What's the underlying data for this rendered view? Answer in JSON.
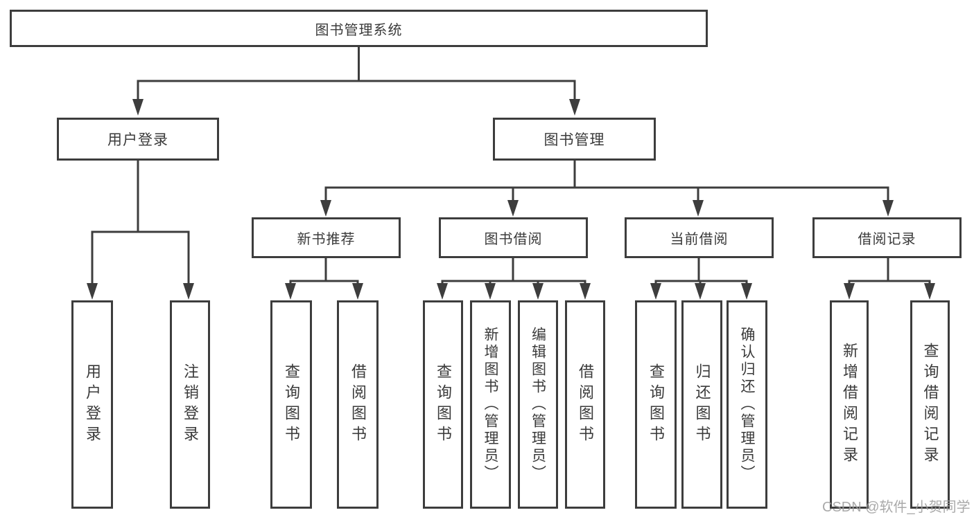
{
  "colors": {
    "line": "#3d3d3d",
    "text": "#3a3a3a",
    "watermark": "#9e9e9e",
    "background": "#ffffff"
  },
  "root": {
    "label": "图书管理系统"
  },
  "level2": {
    "user_login": {
      "label": "用户登录"
    },
    "book_mgmt": {
      "label": "图书管理"
    }
  },
  "level3": {
    "new_books": {
      "label": "新书推荐"
    },
    "book_borrow": {
      "label": "图书借阅"
    },
    "current_borrow": {
      "label": "当前借阅"
    },
    "borrow_records": {
      "label": "借阅记录"
    }
  },
  "leaves": {
    "user_login": {
      "label": "用户登录"
    },
    "logout": {
      "label": "注销登录"
    },
    "nb_query": {
      "label": "查询图书"
    },
    "nb_borrow": {
      "label": "借阅图书"
    },
    "bb_query": {
      "label": "查询图书"
    },
    "bb_add": {
      "label": "新增图书（管理员）"
    },
    "bb_edit": {
      "label": "编辑图书（管理员）"
    },
    "bb_borrow": {
      "label": "借阅图书"
    },
    "cb_query": {
      "label": "查询图书"
    },
    "cb_return": {
      "label": "归还图书"
    },
    "cb_confirm": {
      "label": "确认归还（管理员）"
    },
    "br_add": {
      "label": "新增借阅记录"
    },
    "br_query": {
      "label": "查询借阅记录"
    }
  },
  "watermark": {
    "text": "CSDN @软件_小贺同学"
  }
}
